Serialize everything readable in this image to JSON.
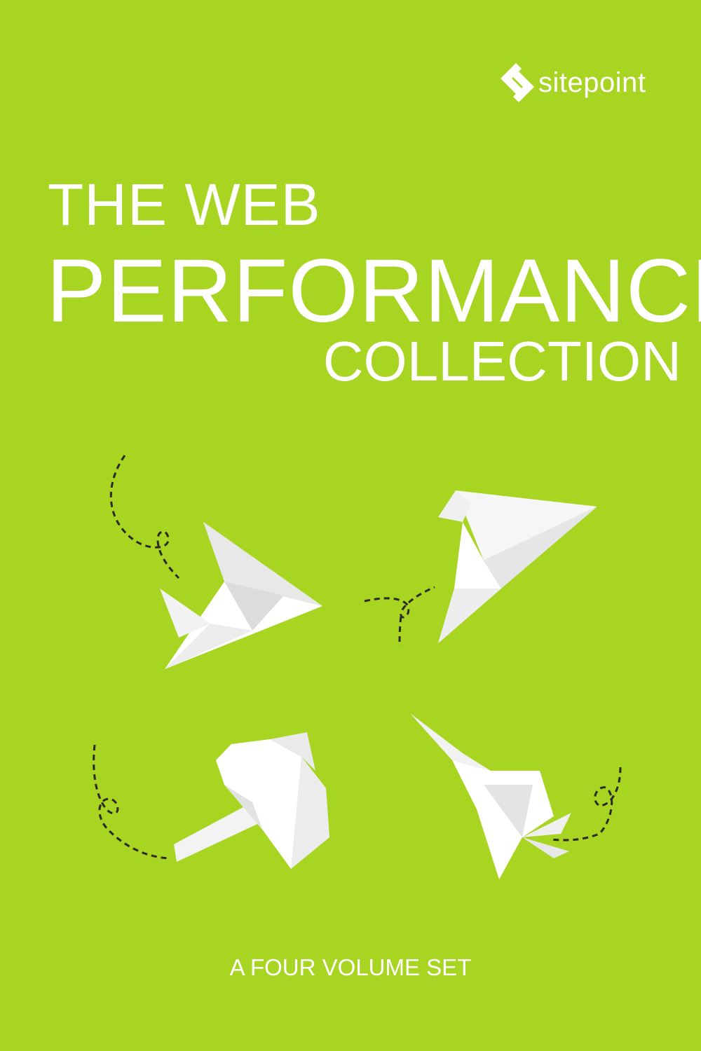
{
  "brand": {
    "name": "sitepoint",
    "icon": "sitepoint-logo-icon"
  },
  "title": {
    "line1": "THE WEB",
    "line2": "PERFORMANCE",
    "line3": "COLLECTION"
  },
  "subtitle": "A FOUR VOLUME SET",
  "illustration": {
    "icons": [
      "paper-plane-icon",
      "paper-plane-icon",
      "paper-plane-icon",
      "paper-plane-icon"
    ]
  },
  "colors": {
    "background": "#a8d422",
    "text": "#ffffff",
    "trail": "#2a2a2a"
  }
}
